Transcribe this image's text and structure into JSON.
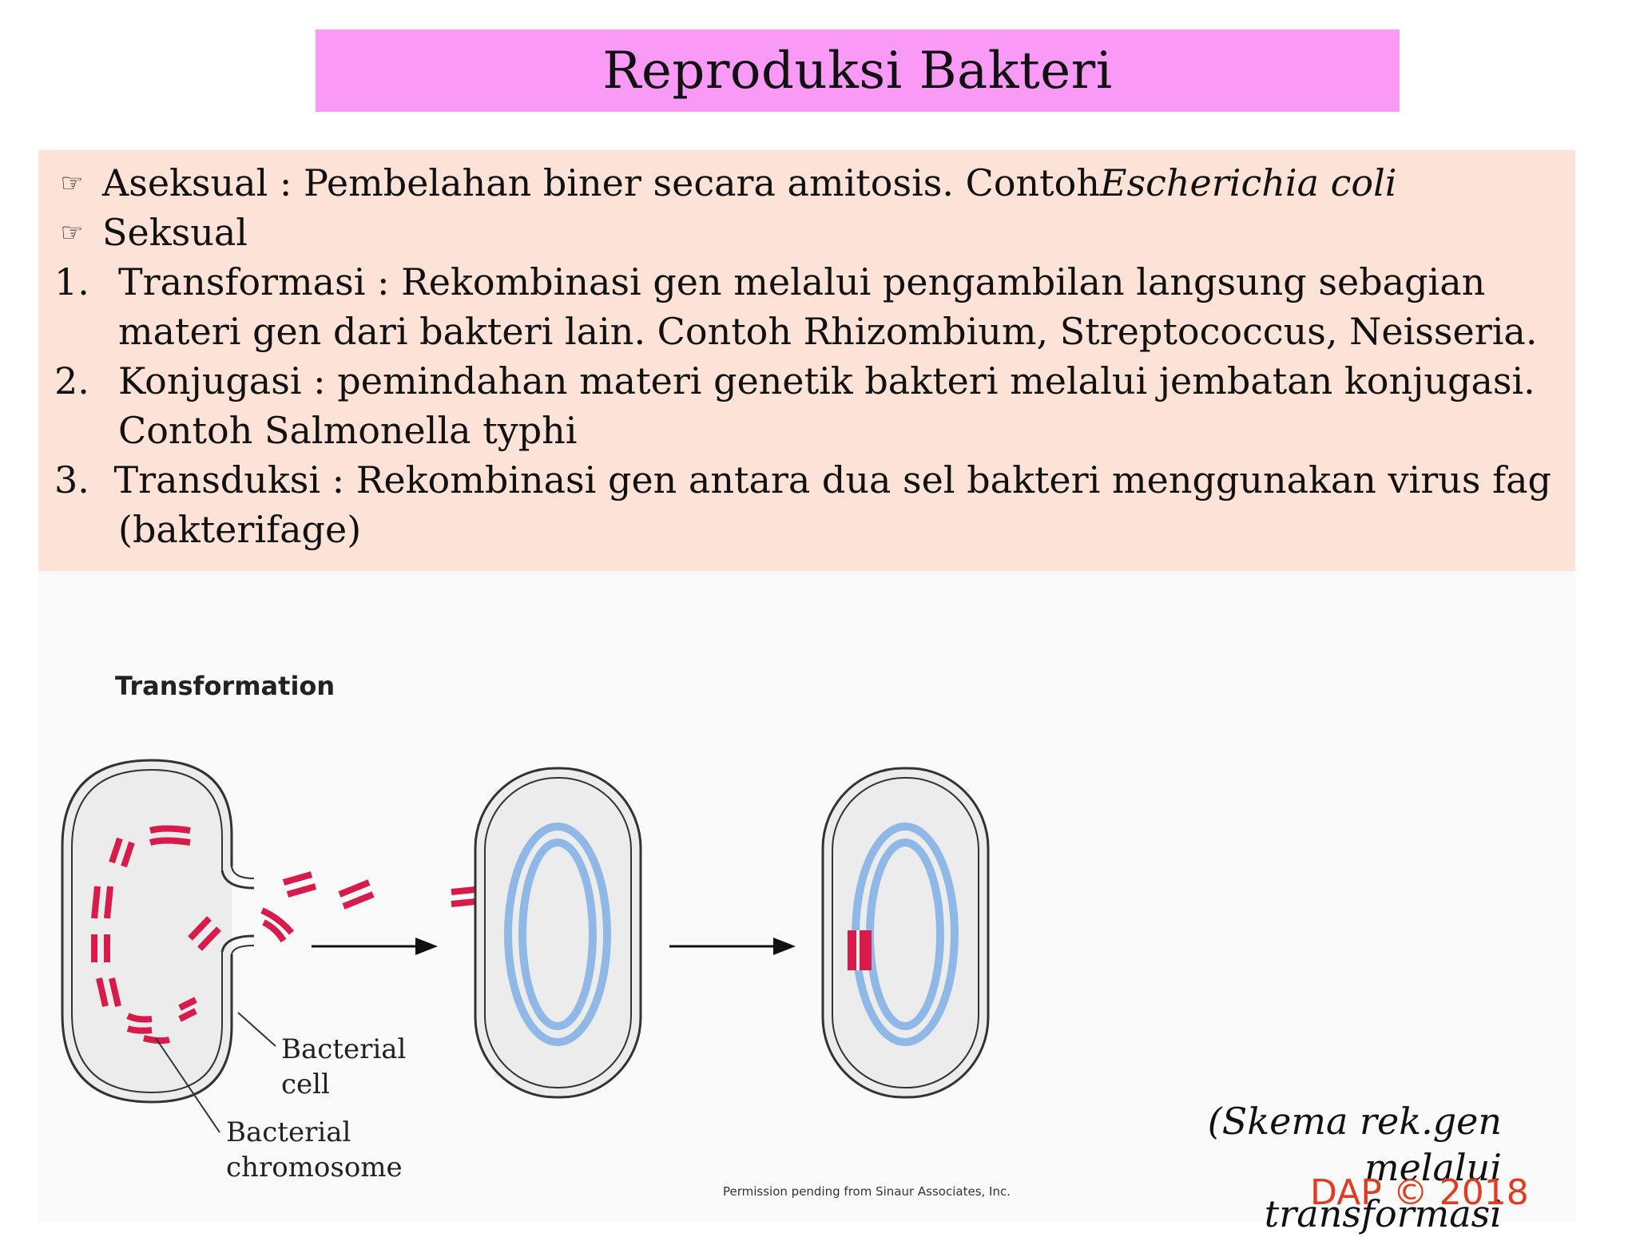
{
  "title": "Reproduksi Bakteri",
  "bullets": [
    {
      "label": "Aseksual : Pembelahan biner secara amitosis. Contoh ",
      "italic": "Escherichia coli"
    },
    {
      "label": "Seksual"
    }
  ],
  "items": [
    {
      "num": "1.",
      "line1": "Transformasi : Rekombinasi gen melalui pengambilan langsung  sebagian",
      "line2": "materi gen dari bakteri lain. Contoh Rhizombium, Streptococcus, Neisseria."
    },
    {
      "num": "2.",
      "line1": "Konjugasi : pemindahan materi genetik bakteri melalui jembatan konjugasi.",
      "line2": "Contoh Salmonella typhi"
    },
    {
      "num": "3.",
      "line1": "Transduksi : Rekombinasi gen antara dua sel bakteri menggunakan virus fag",
      "line2": "(bakterifage)"
    }
  ],
  "figure": {
    "title": "Transformation",
    "label_cell_1": "Bacterial",
    "label_cell_2": "cell",
    "label_chrom_1": "Bacterial",
    "label_chrom_2": "chromosome",
    "permission": "Permission pending from Sinaur Associates, Inc."
  },
  "caption": {
    "line1": "(Skema rek.gen melalui",
    "line2": "transformasi"
  },
  "copyright": "DAP © 2018",
  "colors": {
    "title_bg": "#f99af7",
    "content_bg": "#fde2d7",
    "dna_red": "#d81b4a",
    "chromosome_blue": "#8fb8e6",
    "copyright": "#e03c1f"
  },
  "icons": {
    "bullet": "pointing-hand-icon"
  }
}
